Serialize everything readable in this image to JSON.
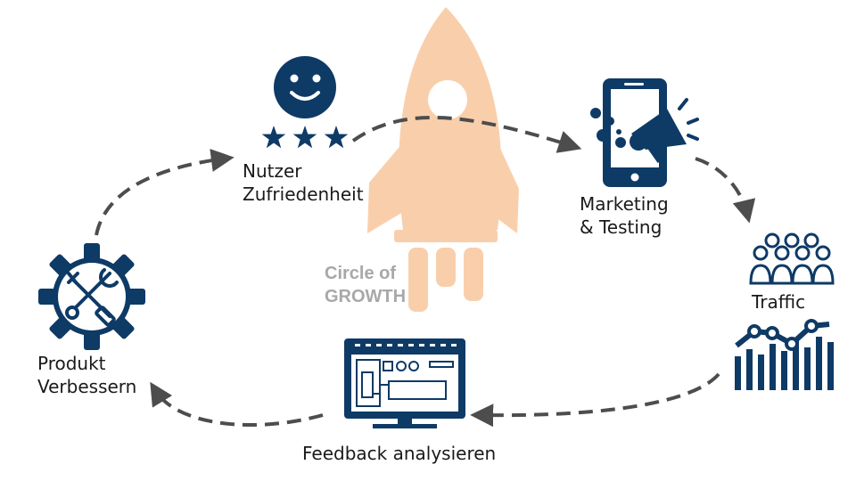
{
  "colors": {
    "primary": "#0e3a66",
    "rocket": "#f9cfab",
    "arrow": "#4d4d4d",
    "center_label": "#a8a8a8"
  },
  "center": {
    "line1": "Circle of",
    "line2": "GROWTH",
    "icon": "rocket-icon"
  },
  "steps": [
    {
      "icon": "smiley-stars-icon",
      "line1": "Nutzer",
      "line2": "Zufriedenheit"
    },
    {
      "icon": "phone-megaphone-icon",
      "line1": "Marketing",
      "line2": "& Testing"
    },
    {
      "icon": "people-chart-icon",
      "line1": "Traffic"
    },
    {
      "icon": "monitor-dashboard-icon",
      "line1": "Feedback analysieren"
    },
    {
      "icon": "gear-tools-icon",
      "line1": "Produkt",
      "line2": "Verbessern"
    }
  ]
}
